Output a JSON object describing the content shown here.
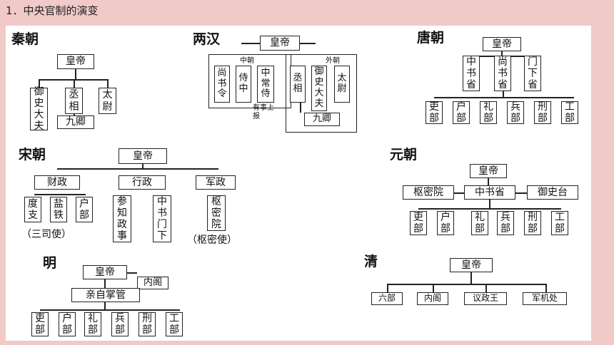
{
  "title": "1．中央官制的演变",
  "qin": {
    "name": "秦朝",
    "emperor": "皇帝",
    "yushi": "御史大夫",
    "chengxiang": "丞相",
    "taiwei": "太尉",
    "jiuqing": "九卿"
  },
  "han": {
    "name": "两汉",
    "emperor": "皇帝",
    "zhongchao": "中朝",
    "waichao": "外朝",
    "shangshuling": "尚书令",
    "shizhong": "侍中",
    "zhongchangshi": "中常侍",
    "chengxiang": "丞相",
    "yushi": "御史大夫",
    "taiwei": "太尉",
    "report": "有事上报",
    "jiuqing": "九卿"
  },
  "tang": {
    "name": "唐朝",
    "emperor": "皇帝",
    "shengs": [
      "中书省",
      "尚书省",
      "门下省"
    ],
    "bu": [
      "吏部",
      "户部",
      "礼部",
      "兵部",
      "刑部",
      "工部"
    ]
  },
  "song": {
    "name": "宋朝",
    "emperor": "皇帝",
    "caizheng": "财政",
    "xingzheng": "行政",
    "junzheng": "军政",
    "duzhi": "度支",
    "yantie": "盐铁",
    "hubu": "户部",
    "canzhi": "参知政事",
    "zhongshu": "中书门下",
    "shumiyuan": "枢密院",
    "sansishi": "（三司使）",
    "shumishi": "（枢密使）"
  },
  "yuan": {
    "name": "元朝",
    "emperor": "皇帝",
    "shumiyuan": "枢密院",
    "zhongshusheng": "中书省",
    "yushitai": "御史台",
    "bu": [
      "吏部",
      "户部",
      "礼部",
      "兵部",
      "刑部",
      "工部"
    ]
  },
  "ming": {
    "name": "明",
    "emperor": "皇帝",
    "neige": "内阁",
    "qinzi": "亲自掌管",
    "bu": [
      "吏部",
      "户部",
      "礼部",
      "兵部",
      "刑部",
      "工部"
    ]
  },
  "qing": {
    "name": "清",
    "emperor": "皇帝",
    "units": [
      "六部",
      "内阁",
      "议政王",
      "军机处"
    ]
  }
}
